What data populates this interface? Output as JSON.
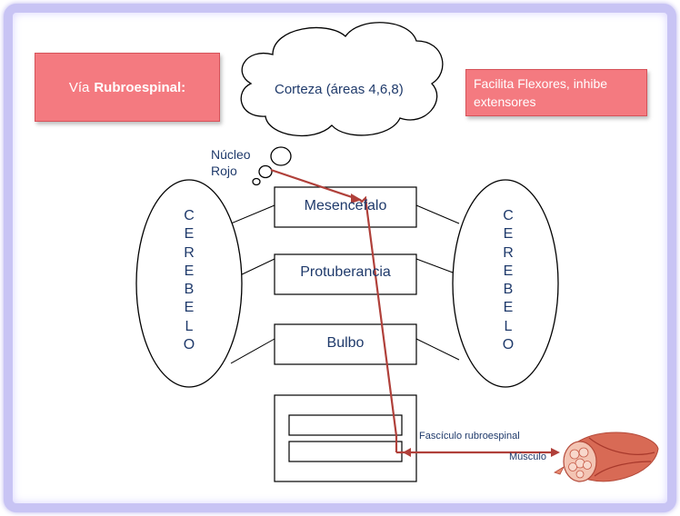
{
  "slide": {
    "title_prefix": "Vía",
    "title_main": "Rubroespinal:",
    "cloud_label": "Corteza (áreas 4,6,8)",
    "function_note": "Facilita Flexores, inhibe extensores",
    "nucleus_label_line1": "Núcleo",
    "nucleus_label_line2": "Rojo",
    "cerebellum_letters": [
      "C",
      "E",
      "R",
      "E",
      "B",
      "E",
      "L",
      "O"
    ],
    "brainstem": [
      "Mesencefalo",
      "Protuberancia",
      "Bulbo"
    ],
    "tract_label": "Fascículo rubroespinal",
    "muscle_label": "Músculo"
  },
  "colors": {
    "title_fill": "#f47a80",
    "arrow": "#b0403a",
    "text": "#1f3a6b",
    "frame": "#c8c4f4"
  },
  "icons": [
    "cloud-icon",
    "muscle-fiber-icon"
  ]
}
